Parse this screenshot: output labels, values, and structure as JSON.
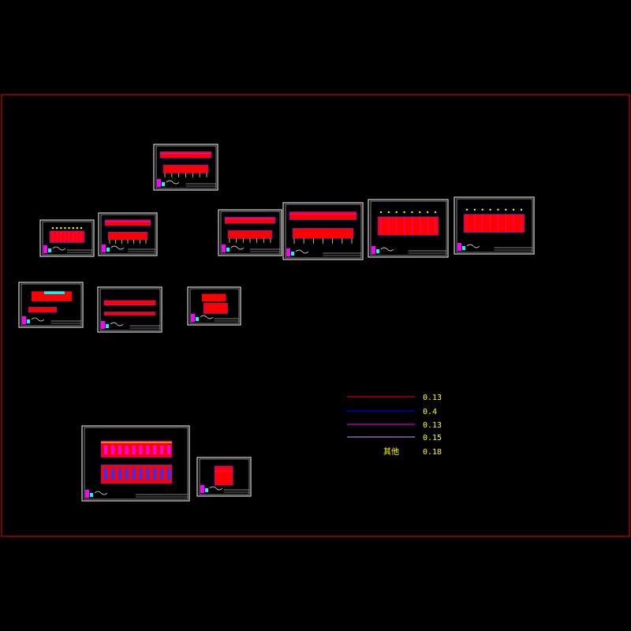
{
  "colors": {
    "background": "#000000",
    "border": "#ff0000",
    "sheet_frame": "#ffffff",
    "drawing_fill": "#ff0000",
    "drawing_accent_blue": "#3030ff",
    "drawing_accent_magenta": "#ff00ff",
    "drawing_accent_yellow": "#ffff00",
    "drawing_accent_cyan": "#00ffff",
    "legend_text": "#ffff00"
  },
  "legend": {
    "rows": [
      {
        "line_color": "#ff0000",
        "value": "0.13"
      },
      {
        "line_color": "#0000ff",
        "value": "0.4"
      },
      {
        "line_color": "#ff00ff",
        "value": "0.13"
      },
      {
        "line_color": "#c8a0ff",
        "value": "0.15"
      },
      {
        "line_color": "",
        "label": "其他",
        "value": "0.18"
      }
    ]
  },
  "sheets": [
    {
      "id": "sheet-top-center",
      "style": "two-strip"
    },
    {
      "id": "sheet-row2-1",
      "style": "block"
    },
    {
      "id": "sheet-row2-2",
      "style": "two-strip"
    },
    {
      "id": "sheet-row2-3",
      "style": "two-strip"
    },
    {
      "id": "sheet-row2-4",
      "style": "two-strip"
    },
    {
      "id": "sheet-row2-5",
      "style": "block-small"
    },
    {
      "id": "sheet-row2-6",
      "style": "block"
    },
    {
      "id": "sheet-row3-1",
      "style": "strip-cyan"
    },
    {
      "id": "sheet-row3-2",
      "style": "thin-strips"
    },
    {
      "id": "sheet-row3-3",
      "style": "small-block"
    },
    {
      "id": "sheet-bottom-large",
      "style": "facade"
    },
    {
      "id": "sheet-bottom-small",
      "style": "detail"
    }
  ]
}
